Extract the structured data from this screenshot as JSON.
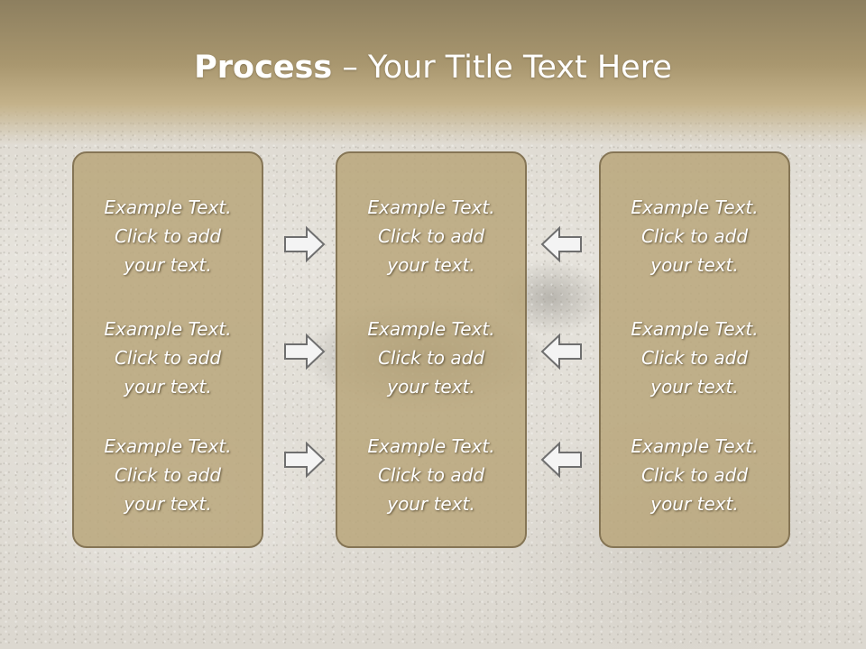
{
  "title": {
    "bold": "Process",
    "rest": " – Your Title Text Here"
  },
  "columns": [
    {
      "blocks": [
        {
          "line1": "Example Text.",
          "line2": "Click  to add",
          "line3": "your text."
        },
        {
          "line1": "Example Text.",
          "line2": "Click  to add",
          "line3": "your text."
        },
        {
          "line1": "Example Text.",
          "line2": "Click  to add",
          "line3": "your text."
        }
      ]
    },
    {
      "blocks": [
        {
          "line1": "Example Text.",
          "line2": "Click  to add",
          "line3": "your text."
        },
        {
          "line1": "Example Text.",
          "line2": "Click  to add",
          "line3": "your text."
        },
        {
          "line1": "Example Text.",
          "line2": "Click  to add",
          "line3": "your text."
        }
      ]
    },
    {
      "blocks": [
        {
          "line1": "Example Text.",
          "line2": "Click  to add",
          "line3": "your text."
        },
        {
          "line1": "Example Text.",
          "line2": "Click  to add",
          "line3": "your text."
        },
        {
          "line1": "Example Text.",
          "line2": "Click  to add",
          "line3": "your text."
        }
      ]
    }
  ],
  "arrows": {
    "left_group": [
      "right-arrow-icon",
      "right-arrow-icon",
      "right-arrow-icon"
    ],
    "right_group": [
      "left-arrow-icon",
      "left-arrow-icon",
      "left-arrow-icon"
    ]
  },
  "colors": {
    "header": "#a9976f",
    "panel_fill": "#b9a67c",
    "panel_border": "#857555",
    "arrow_fill": "#f4f4f4",
    "arrow_stroke": "#6f6f6f",
    "text": "#ffffff"
  }
}
